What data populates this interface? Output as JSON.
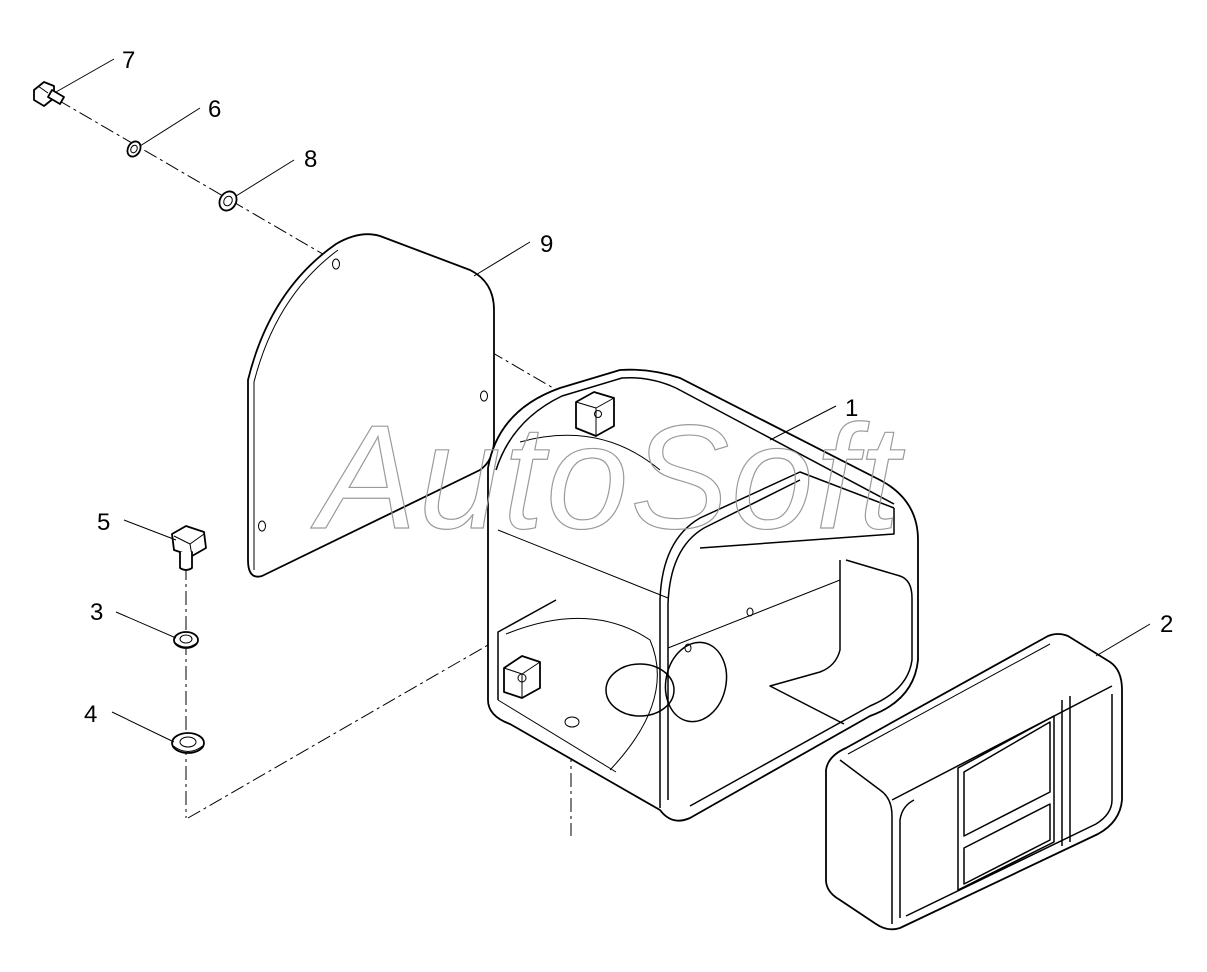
{
  "watermark": "AutoSoft",
  "callouts": [
    {
      "id": "7",
      "label": "7"
    },
    {
      "id": "6",
      "label": "6"
    },
    {
      "id": "8",
      "label": "8"
    },
    {
      "id": "9",
      "label": "9"
    },
    {
      "id": "1",
      "label": "1"
    },
    {
      "id": "5",
      "label": "5"
    },
    {
      "id": "3",
      "label": "3"
    },
    {
      "id": "4",
      "label": "4"
    },
    {
      "id": "2",
      "label": "2"
    }
  ]
}
